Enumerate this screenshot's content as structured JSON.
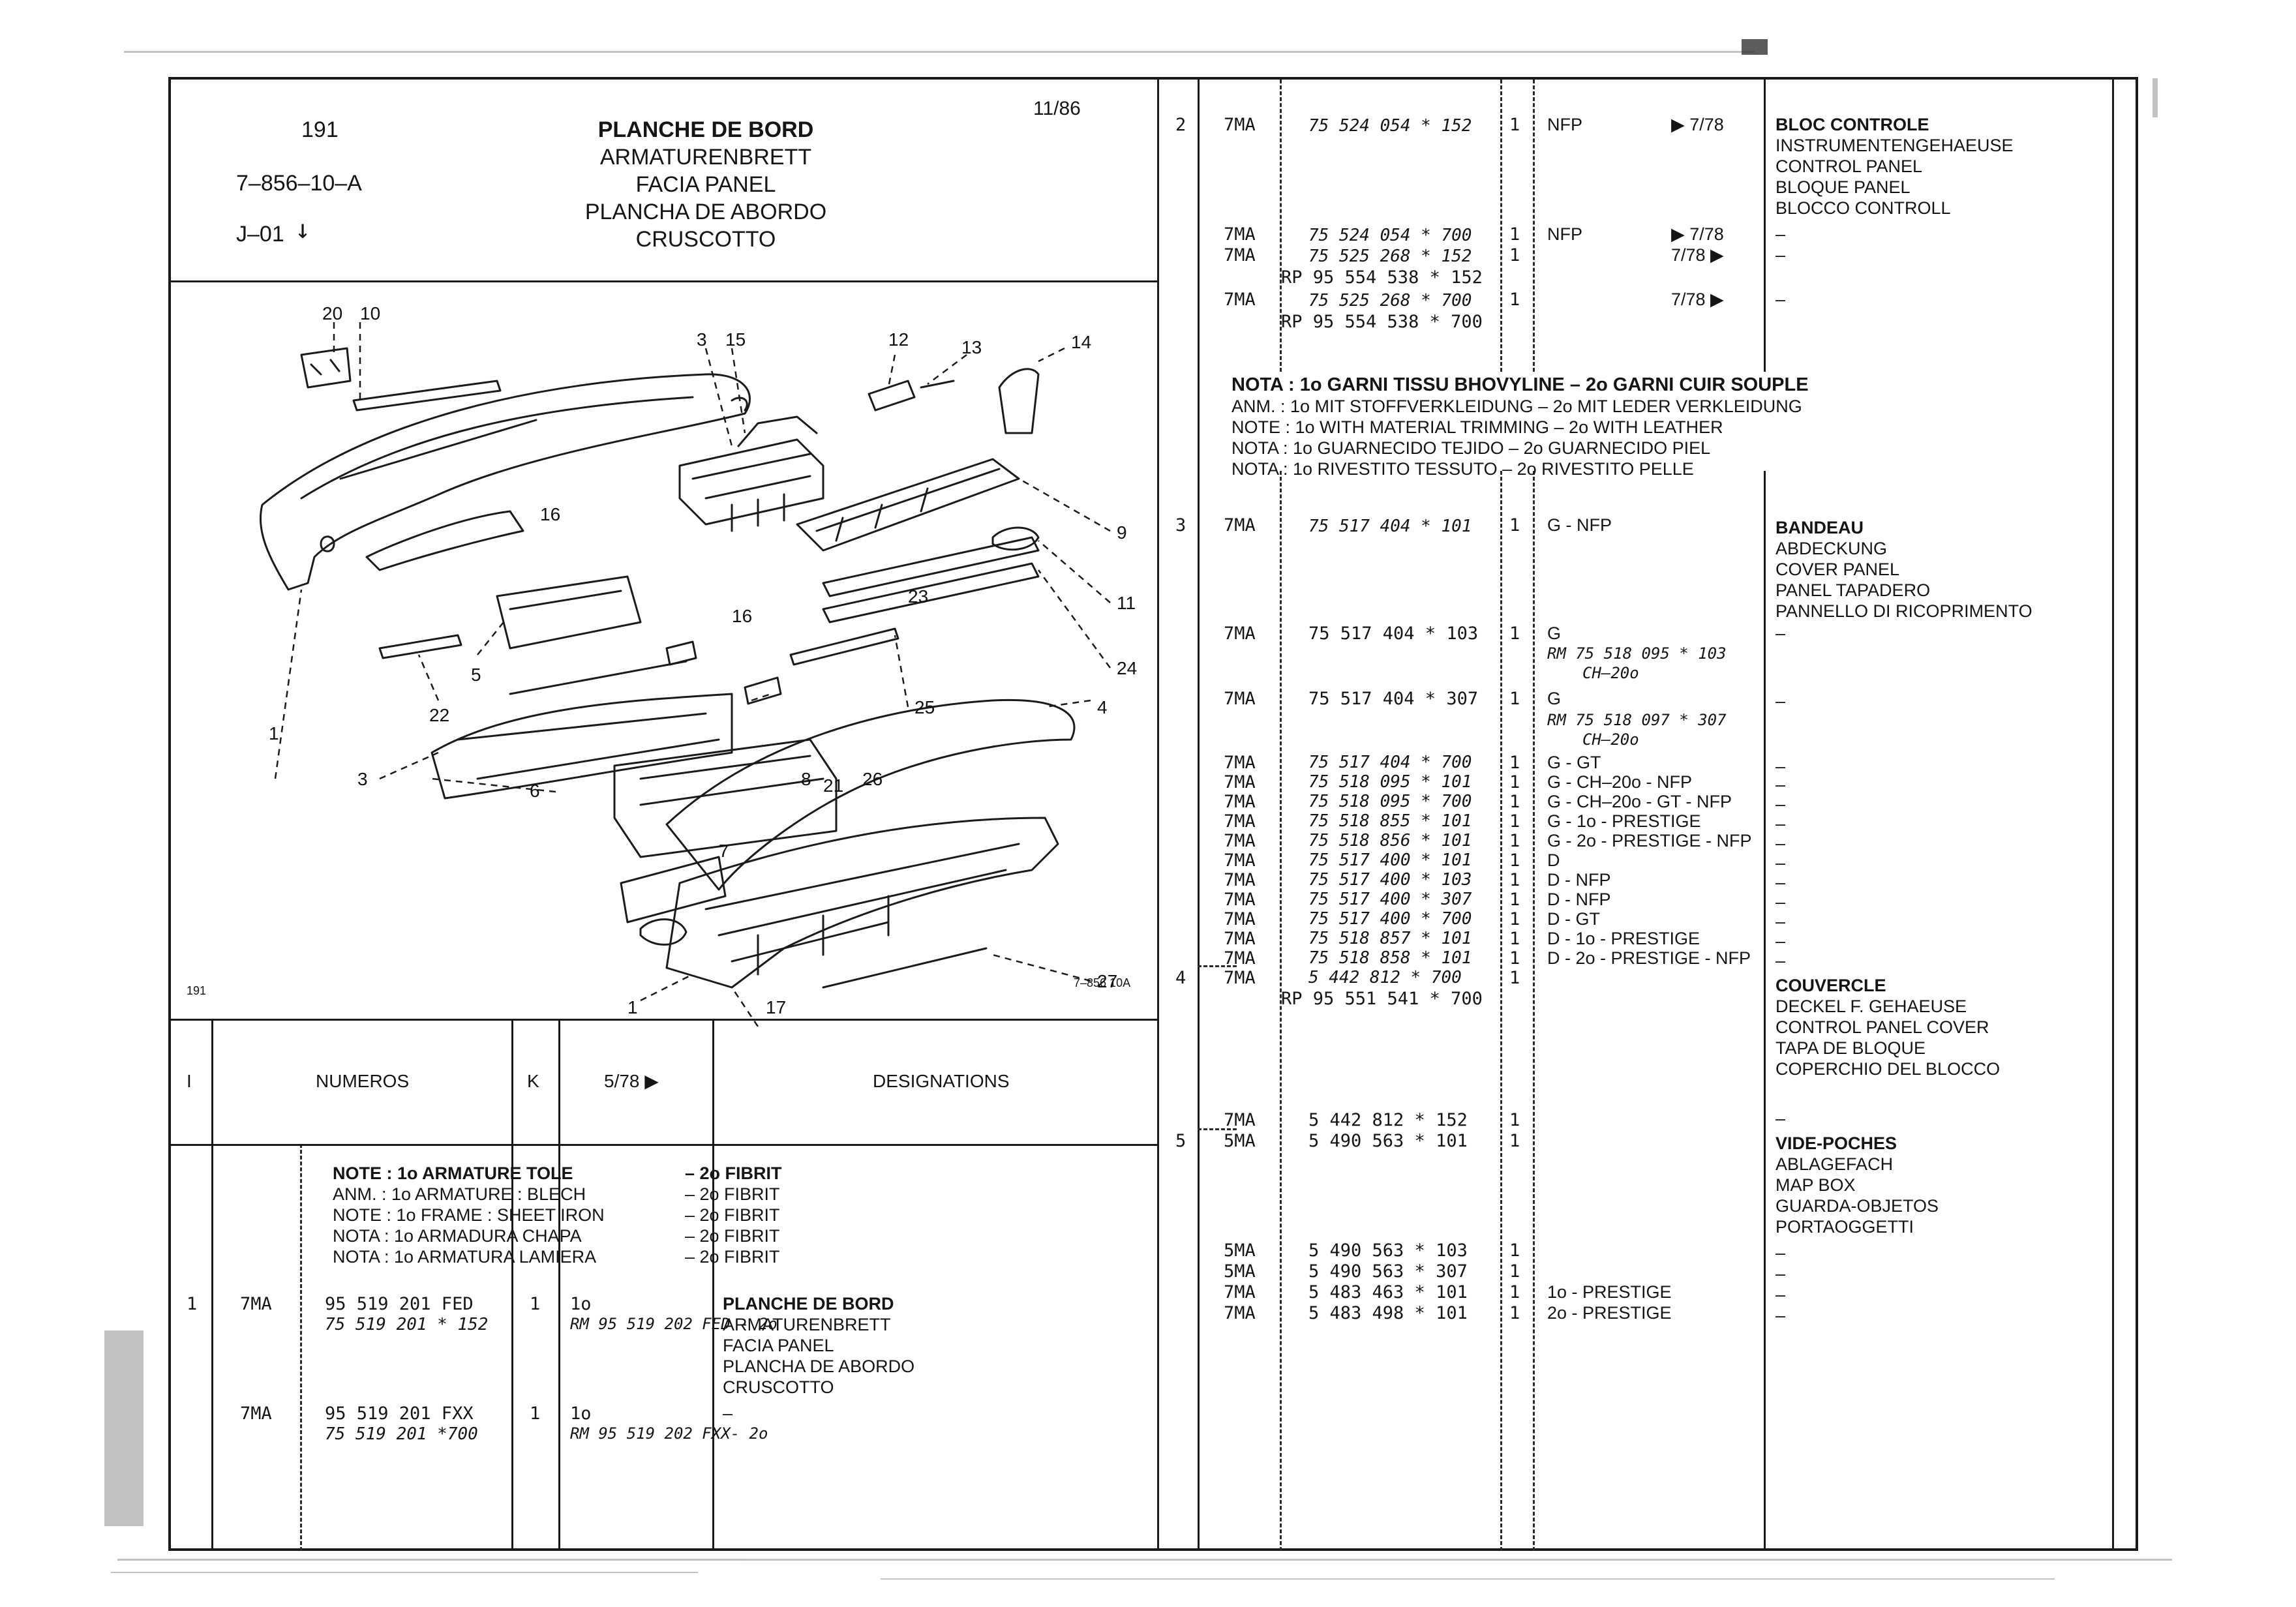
{
  "header": {
    "group": "191",
    "fig_ref": "7–856–10–A",
    "from": "J–01",
    "date": "11/86",
    "title_lines": [
      "PLANCHE DE BORD",
      "ARMATURENBRETT",
      "FACIA PANEL",
      "PLANCHA DE ABORDO",
      "CRUSCOTTO"
    ]
  },
  "illustration": {
    "footer_left": "191",
    "footer_right": "7–856 10A",
    "callouts": [
      "20",
      "10",
      "3",
      "16",
      "12",
      "13",
      "14",
      "9",
      "11",
      "15",
      "16",
      "23",
      "24",
      "5",
      "22",
      "25",
      "6",
      "4",
      "8",
      "21",
      "26",
      "3",
      "7",
      "1",
      "17",
      "27",
      "2",
      "1"
    ]
  },
  "table_header": {
    "col1": "I",
    "col2": "NUMEROS",
    "col3": "K",
    "col4": "5/78 ▶",
    "col5": "DESIGNATIONS"
  },
  "left_note": [
    "NOTE : 1o ARMATURE TOLE",
    "ANM. : 1o ARMATURE : BLECH",
    "NOTE : 1o FRAME : SHEET IRON",
    "NOTA : 1o ARMADURA CHAPA",
    "NOTA : 1o ARMATURA LAMIERA"
  ],
  "left_note_2": [
    "– 2o FIBRIT",
    "– 2o FIBRIT",
    "– 2o FIBRIT",
    "– 2o FIBRIT",
    "– 2o FIBRIT"
  ],
  "left_rows": [
    {
      "item": "1",
      "code": "7MA",
      "num1": "95 519 201 FED",
      "num2": "75 519 201 * 152",
      "k": "1",
      "rem1": "1o",
      "rem2": "RM 95 519 202 FED - 2o",
      "desc": [
        "PLANCHE DE BORD",
        "ARMATURENBRETT",
        "FACIA PANEL",
        "PLANCHA DE ABORDO",
        "CRUSCOTTO"
      ]
    },
    {
      "item": "",
      "code": "7MA",
      "num1": "95 519 201 FXX",
      "num2": "75 519 201 *700",
      "k": "1",
      "rem1": "1o",
      "rem2": "RM 95 519 202 FXX- 2o",
      "desc": [
        "–"
      ]
    }
  ],
  "right_rows": [
    {
      "item": "2",
      "code": "7MA",
      "num": "75 524 054 * 152",
      "k": "1",
      "rem": "NFP",
      "date": "▶ 7/78",
      "desc": [
        "BLOC CONTROLE",
        "INSTRUMENTENGEHAEUSE",
        "CONTROL PANEL",
        "BLOQUE PANEL",
        "BLOCCO CONTROLL"
      ]
    },
    {
      "item": "",
      "code": "7MA",
      "num": "75 524 054 * 700",
      "k": "1",
      "rem": "NFP",
      "date": "▶ 7/78",
      "desc": [
        "–"
      ]
    },
    {
      "item": "",
      "code": "7MA",
      "num": "75 525 268 * 152",
      "k": "1",
      "rem": "",
      "date": "7/78 ▶",
      "desc": [
        "–"
      ]
    },
    {
      "item": "",
      "code": "",
      "num": "RP 95 554 538 * 152",
      "k": "",
      "rem": "",
      "date": "",
      "desc": []
    },
    {
      "item": "",
      "code": "7MA",
      "num": "75 525 268 * 700",
      "k": "1",
      "rem": "",
      "date": "7/78 ▶",
      "desc": [
        "–"
      ]
    },
    {
      "item": "",
      "code": "",
      "num": "RP 95 554 538 * 700",
      "k": "",
      "rem": "",
      "date": "",
      "desc": []
    }
  ],
  "right_note": [
    "NOTA : 1o GARNI TISSU BHOVYLINE – 2o GARNI CUIR SOUPLE",
    "ANM. : 1o MIT STOFFVERKLEIDUNG – 2o MIT LEDER VERKLEIDUNG",
    "NOTE : 1o WITH MATERIAL TRIMMING – 2o WITH LEATHER",
    "NOTA : 1o GUARNECIDO TEJIDO – 2o GUARNECIDO PIEL",
    "NOTA : 1o RIVESTITO TESSUTO – 2o RIVESTITO PELLE"
  ],
  "right_rows_2": [
    {
      "item": "3",
      "code": "7MA",
      "num": "75 517 404 * 101",
      "k": "1",
      "rem": "G - NFP",
      "desc": [
        "BANDEAU",
        "ABDECKUNG",
        "COVER PANEL",
        "PANEL TAPADERO",
        "PANNELLO DI RICOPRIMENTO"
      ]
    },
    {
      "item": "",
      "code": "7MA",
      "num": "75 517 404 * 103",
      "k": "1",
      "rem": "G",
      "rem2": "RM 75 518 095 * 103",
      "rem3": "CH–20o",
      "desc": [
        "–"
      ]
    },
    {
      "item": "",
      "code": "7MA",
      "num": "75 517 404 * 307",
      "k": "1",
      "rem": "G",
      "rem2": "RM 75 518 097 * 307",
      "rem3": "CH–20o",
      "desc": [
        "–"
      ]
    },
    {
      "item": "",
      "code": "7MA",
      "num": "75 517 404 * 700",
      "k": "1",
      "rem": "G - GT",
      "desc": [
        "–"
      ]
    },
    {
      "item": "",
      "code": "7MA",
      "num": "75 518 095 * 101",
      "k": "1",
      "rem": "G - CH–20o - NFP",
      "desc": [
        "–"
      ]
    },
    {
      "item": "",
      "code": "7MA",
      "num": "75 518 095 * 700",
      "k": "1",
      "rem": "G - CH–20o - GT - NFP",
      "desc": [
        "–"
      ]
    },
    {
      "item": "",
      "code": "7MA",
      "num": "75 518 855 * 101",
      "k": "1",
      "rem": "G - 1o - PRESTIGE",
      "desc": [
        "–"
      ]
    },
    {
      "item": "",
      "code": "7MA",
      "num": "75 518 856 * 101",
      "k": "1",
      "rem": "G - 2o - PRESTIGE - NFP",
      "desc": [
        "–"
      ]
    },
    {
      "item": "",
      "code": "7MA",
      "num": "75 517 400 * 101",
      "k": "1",
      "rem": "D",
      "desc": [
        "–"
      ]
    },
    {
      "item": "",
      "code": "7MA",
      "num": "75 517 400 * 103",
      "k": "1",
      "rem": "D - NFP",
      "desc": [
        "–"
      ]
    },
    {
      "item": "",
      "code": "7MA",
      "num": "75 517 400 * 307",
      "k": "1",
      "rem": "D - NFP",
      "desc": [
        "–"
      ]
    },
    {
      "item": "",
      "code": "7MA",
      "num": "75 517 400 * 700",
      "k": "1",
      "rem": "D - GT",
      "desc": [
        "–"
      ]
    },
    {
      "item": "",
      "code": "7MA",
      "num": "75 518 857 * 101",
      "k": "1",
      "rem": "D - 1o - PRESTIGE",
      "desc": [
        "–"
      ]
    },
    {
      "item": "",
      "code": "7MA",
      "num": "75 518 858 * 101",
      "k": "1",
      "rem": "D - 2o - PRESTIGE - NFP",
      "desc": [
        "–"
      ]
    },
    {
      "item": "4",
      "code": "7MA",
      "num": "5 442 812 * 700",
      "k": "1",
      "rem": "",
      "desc": [
        "COUVERCLE",
        "DECKEL F. GEHAEUSE",
        "CONTROL PANEL COVER",
        "TAPA DE BLOQUE",
        "COPERCHIO DEL BLOCCO"
      ]
    },
    {
      "item": "",
      "code": "",
      "num": "RP 95 551 541 * 700",
      "k": "",
      "rem": "",
      "desc": []
    },
    {
      "item": "",
      "code": "7MA",
      "num": "5 442 812 * 152",
      "k": "1",
      "rem": "",
      "desc": [
        "–"
      ]
    },
    {
      "item": "5",
      "code": "5MA",
      "num": "5 490 563 * 101",
      "k": "1",
      "rem": "",
      "desc": [
        "VIDE-POCHES",
        "ABLAGEFACH",
        "MAP BOX",
        "GUARDA-OBJETOS",
        "PORTAOGGETTI"
      ]
    },
    {
      "item": "",
      "code": "5MA",
      "num": "5 490 563 * 103",
      "k": "1",
      "rem": "",
      "desc": [
        "–"
      ]
    },
    {
      "item": "",
      "code": "5MA",
      "num": "5 490 563 * 307",
      "k": "1",
      "rem": "",
      "desc": [
        "–"
      ]
    },
    {
      "item": "",
      "code": "7MA",
      "num": "5 483 463 * 101",
      "k": "1",
      "rem": "1o - PRESTIGE",
      "desc": [
        "–"
      ]
    },
    {
      "item": "",
      "code": "7MA",
      "num": "5 483 498 * 101",
      "k": "1",
      "rem": "2o - PRESTIGE",
      "desc": [
        "–"
      ]
    }
  ]
}
